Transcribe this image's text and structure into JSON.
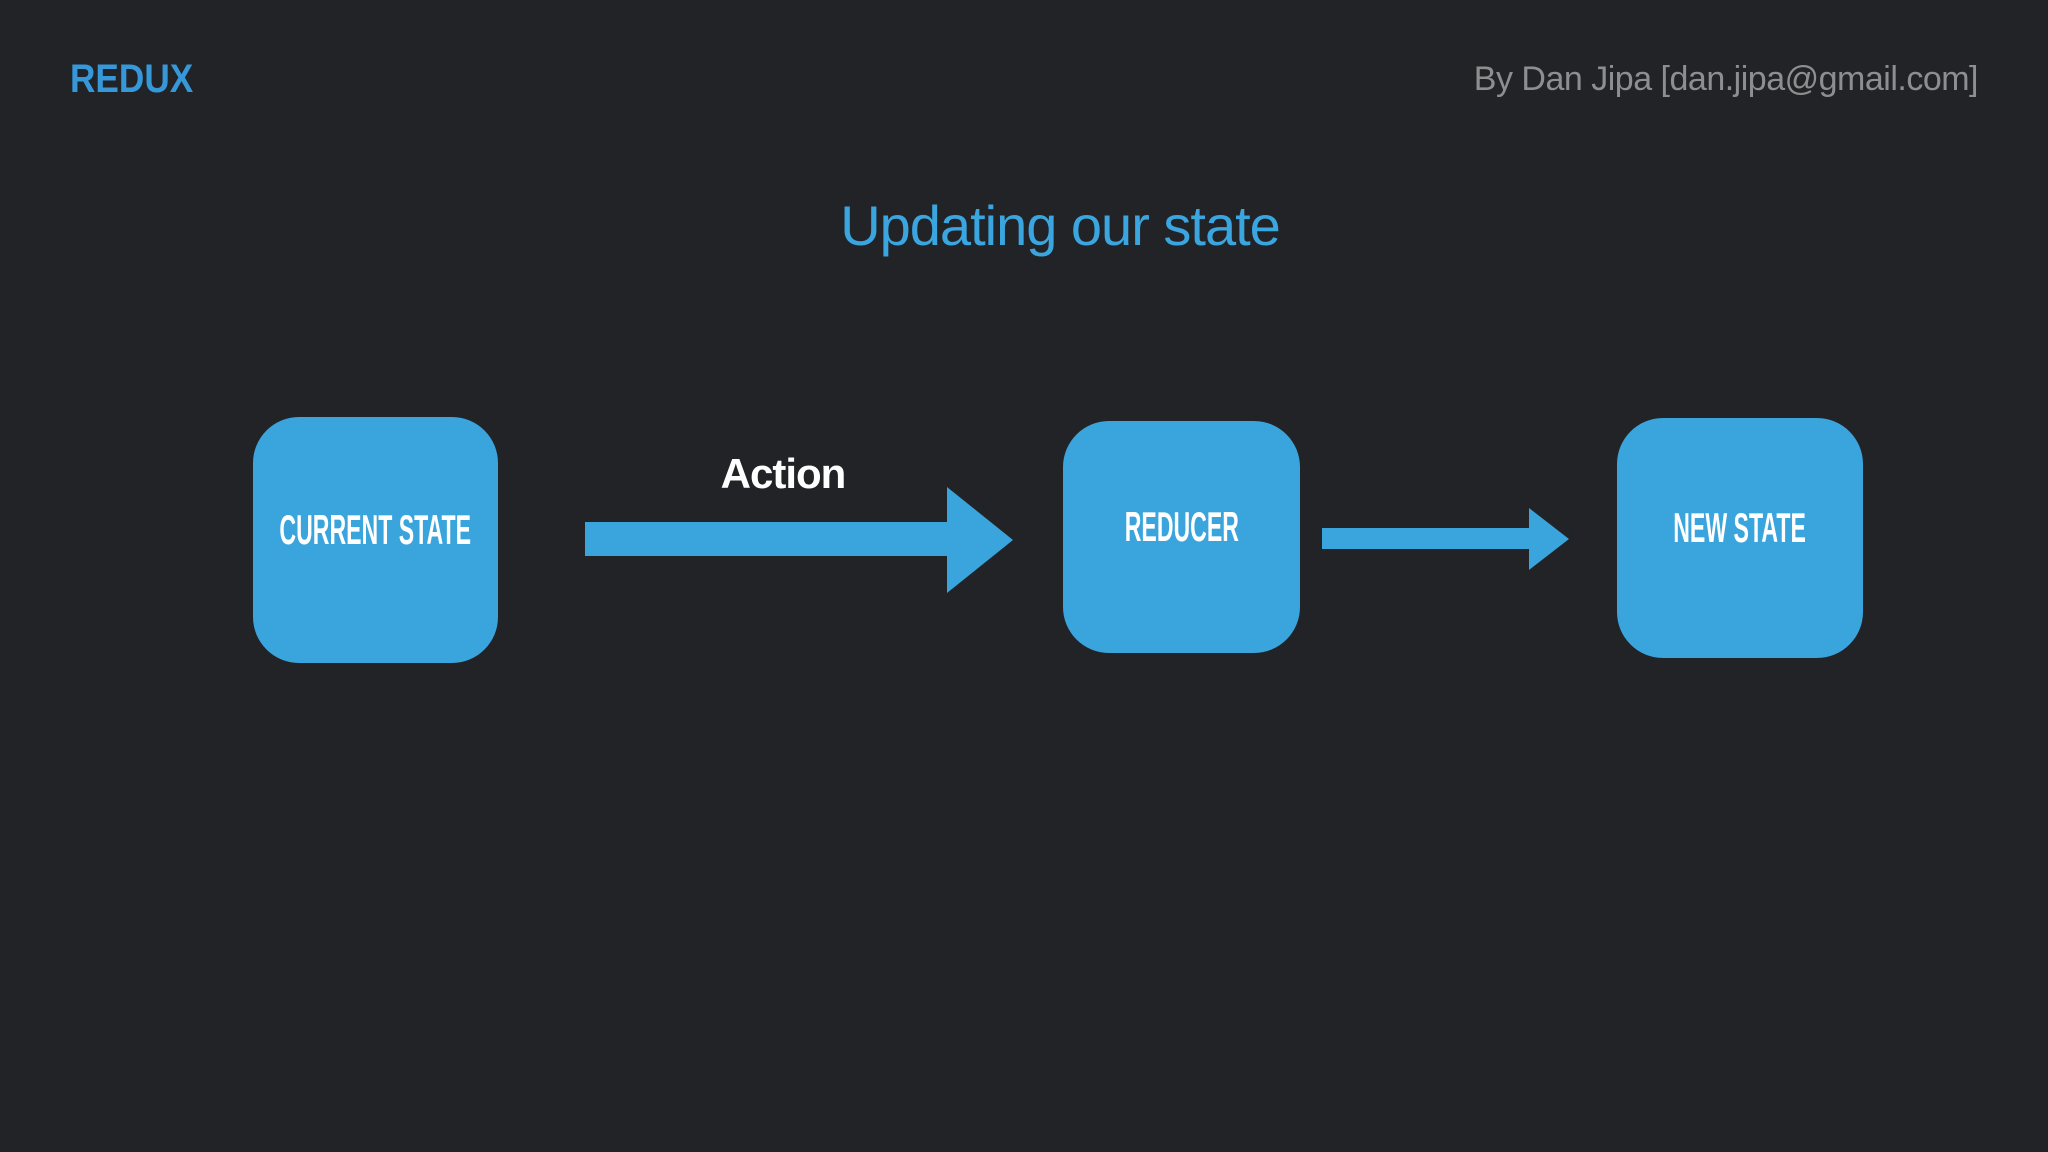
{
  "slide": {
    "logo_text": "REDUX",
    "byline": "By Dan Jipa [dan.jipa@gmail.com]",
    "title": "Updating our state"
  },
  "diagram": {
    "nodes": [
      {
        "id": "current-state",
        "label": "CURRENT STATE"
      },
      {
        "id": "reducer",
        "label": "REDUCER"
      },
      {
        "id": "new-state",
        "label": "NEW STATE"
      }
    ],
    "edges": [
      {
        "from": "current-state",
        "to": "reducer",
        "label": "Action",
        "style": "thick-arrow"
      },
      {
        "from": "reducer",
        "to": "new-state",
        "label": "",
        "style": "thin-arrow"
      }
    ]
  },
  "colors": {
    "background": "#222326",
    "shape_blue": "#3AA4DC",
    "logo_blue": "#3697D9",
    "title_blue": "#3AA5DF",
    "byline_gray": "#8E8E90",
    "node_label_white": "#FFFFFF"
  }
}
